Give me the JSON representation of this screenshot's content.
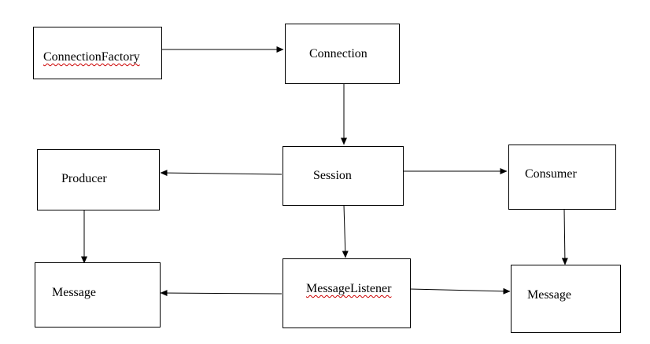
{
  "diagram": {
    "colors": {
      "stroke": "#000000",
      "background": "#ffffff",
      "spellcheck_underline": "#cc0000"
    },
    "nodes": {
      "connection_factory": {
        "label": "ConnectionFactory"
      },
      "connection": {
        "label": "Connection"
      },
      "producer": {
        "label": "Producer"
      },
      "session": {
        "label": "Session"
      },
      "consumer": {
        "label": "Consumer"
      },
      "message_left": {
        "label": "Message"
      },
      "message_listener": {
        "label": "MessageListener"
      },
      "message_right": {
        "label": "Message"
      }
    },
    "edges": [
      {
        "from": "connection_factory",
        "to": "connection"
      },
      {
        "from": "connection",
        "to": "session"
      },
      {
        "from": "session",
        "to": "producer"
      },
      {
        "from": "session",
        "to": "consumer"
      },
      {
        "from": "session",
        "to": "message_listener"
      },
      {
        "from": "producer",
        "to": "message_left"
      },
      {
        "from": "consumer",
        "to": "message_right"
      },
      {
        "from": "message_listener",
        "to": "message_left"
      },
      {
        "from": "message_listener",
        "to": "message_right"
      }
    ]
  }
}
